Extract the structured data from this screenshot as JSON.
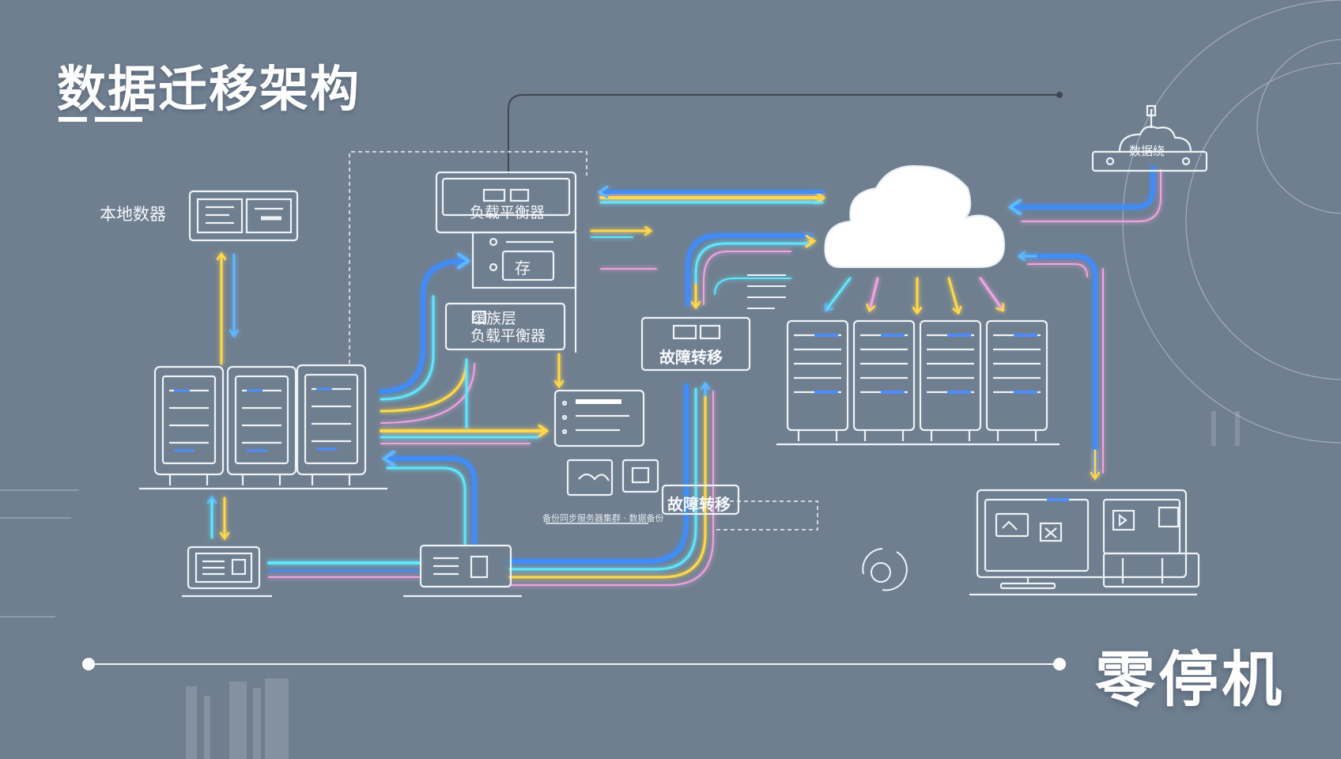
{
  "title": "数据迁移架构",
  "tagline": "零停机",
  "labels": {
    "local_data": "本地数器",
    "load_balancer": "负载平衡器",
    "cache": "存",
    "cache_layer": "缓族层",
    "cache_layer_lb": "负载平衡器",
    "failover": "故障转移",
    "failover_bottom": "故障转移",
    "data_warehouse": "数据绕",
    "small_caption": "备份同步服务器集群 · 数据备份"
  },
  "colors": {
    "background": "#6f7f90",
    "line": "#eef2f6",
    "flow_blue": "#3d8dff",
    "flow_cyan": "#5fe6ff",
    "flow_yellow": "#ffd84a",
    "flow_pink": "#f3a3e0",
    "cloud": "#ffffff"
  },
  "icons": [
    "server-rack-icon",
    "cloud-icon",
    "monitor-icon",
    "load-balancer-icon",
    "storage-icon"
  ]
}
